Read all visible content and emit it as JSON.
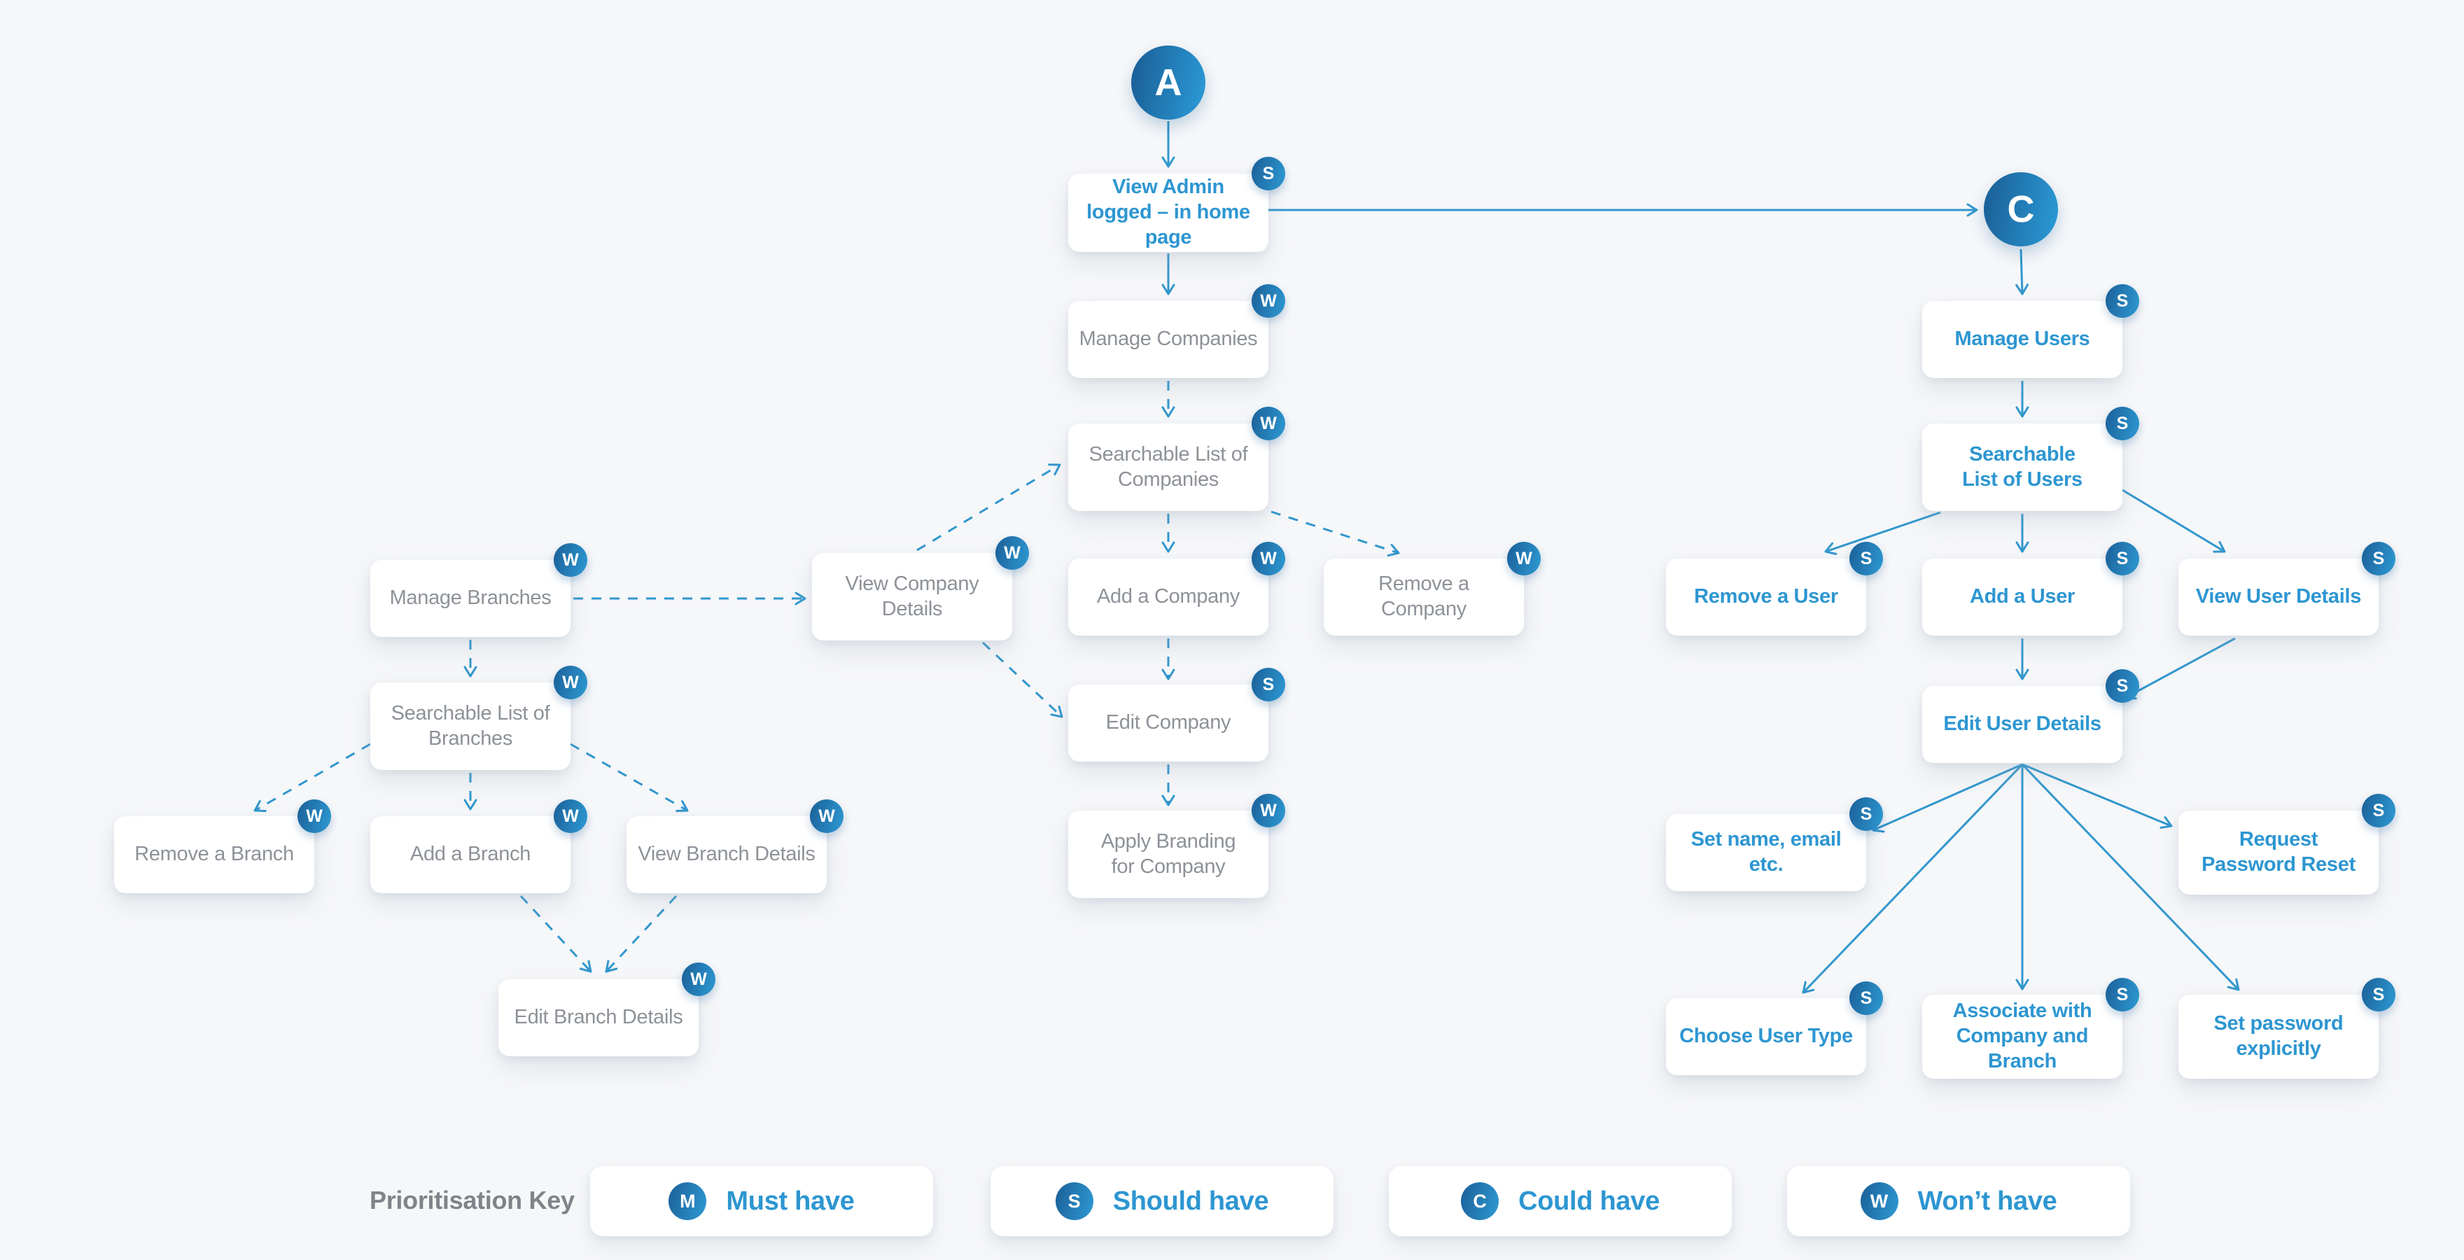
{
  "circles": [
    {
      "id": "A",
      "label": "A"
    },
    {
      "id": "C",
      "label": "C"
    }
  ],
  "nodes": [
    {
      "id": "view-admin-home",
      "label": "View Admin logged – in home page",
      "priority": "S"
    },
    {
      "id": "manage-companies",
      "label": "Manage Companies",
      "priority": "W"
    },
    {
      "id": "searchable-list-of-companies",
      "label": "Searchable List of Companies",
      "priority": "W"
    },
    {
      "id": "manage-branches",
      "label": "Manage Branches",
      "priority": "W"
    },
    {
      "id": "view-company-details",
      "label": "View Company Details",
      "priority": "W"
    },
    {
      "id": "add-a-company",
      "label": "Add a Company",
      "priority": "W"
    },
    {
      "id": "remove-a-company",
      "label": "Remove a Company",
      "priority": "W"
    },
    {
      "id": "edit-company",
      "label": "Edit Company",
      "priority": "S"
    },
    {
      "id": "apply-branding-for-company",
      "label": "Apply Branding for Company",
      "priority": "W"
    },
    {
      "id": "searchable-list-of-branches",
      "label": "Searchable List of Branches",
      "priority": "W"
    },
    {
      "id": "remove-a-branch",
      "label": "Remove a Branch",
      "priority": "W"
    },
    {
      "id": "add-a-branch",
      "label": "Add a Branch",
      "priority": "W"
    },
    {
      "id": "view-branch-details",
      "label": "View Branch Details",
      "priority": "W"
    },
    {
      "id": "edit-branch-details",
      "label": "Edit Branch Details",
      "priority": "W"
    },
    {
      "id": "manage-users",
      "label": "Manage Users",
      "priority": "S"
    },
    {
      "id": "searchable-list-of-users",
      "label": "Searchable List of Users",
      "priority": "S"
    },
    {
      "id": "remove-a-user",
      "label": "Remove a User",
      "priority": "S"
    },
    {
      "id": "add-a-user",
      "label": "Add a User",
      "priority": "S"
    },
    {
      "id": "view-user-details",
      "label": "View User Details",
      "priority": "S"
    },
    {
      "id": "edit-user-details",
      "label": "Edit User Details",
      "priority": "S"
    },
    {
      "id": "set-name-email-etc",
      "label": "Set name, email etc.",
      "priority": "S"
    },
    {
      "id": "request-password-reset",
      "label": "Request Password Reset",
      "priority": "S"
    },
    {
      "id": "choose-user-type",
      "label": "Choose User Type",
      "priority": "S"
    },
    {
      "id": "associate-with-company-and-branch",
      "label": "Associate with Company and Branch",
      "priority": "S"
    },
    {
      "id": "set-password-explicitly",
      "label": "Set password explicitly",
      "priority": "S"
    }
  ],
  "edges": [
    {
      "from": "A",
      "to": "view-admin-home",
      "style": "solid"
    },
    {
      "from": "view-admin-home",
      "to": "C",
      "style": "solid"
    },
    {
      "from": "view-admin-home",
      "to": "manage-companies",
      "style": "solid"
    },
    {
      "from": "manage-companies",
      "to": "searchable-list-of-companies",
      "style": "dashed"
    },
    {
      "from": "view-company-details",
      "to": "searchable-list-of-companies",
      "style": "dashed"
    },
    {
      "from": "searchable-list-of-companies",
      "to": "add-a-company",
      "style": "dashed"
    },
    {
      "from": "searchable-list-of-companies",
      "to": "remove-a-company",
      "style": "dashed"
    },
    {
      "from": "manage-branches",
      "to": "view-company-details",
      "style": "dashed"
    },
    {
      "from": "view-company-details",
      "to": "edit-company",
      "style": "dashed"
    },
    {
      "from": "add-a-company",
      "to": "edit-company",
      "style": "dashed"
    },
    {
      "from": "edit-company",
      "to": "apply-branding-for-company",
      "style": "dashed"
    },
    {
      "from": "manage-branches",
      "to": "searchable-list-of-branches",
      "style": "dashed"
    },
    {
      "from": "searchable-list-of-branches",
      "to": "remove-a-branch",
      "style": "dashed"
    },
    {
      "from": "searchable-list-of-branches",
      "to": "add-a-branch",
      "style": "dashed"
    },
    {
      "from": "searchable-list-of-branches",
      "to": "view-branch-details",
      "style": "dashed"
    },
    {
      "from": "add-a-branch",
      "to": "edit-branch-details",
      "style": "dashed"
    },
    {
      "from": "view-branch-details",
      "to": "edit-branch-details",
      "style": "dashed"
    },
    {
      "from": "C",
      "to": "manage-users",
      "style": "solid"
    },
    {
      "from": "manage-users",
      "to": "searchable-list-of-users",
      "style": "solid"
    },
    {
      "from": "searchable-list-of-users",
      "to": "remove-a-user",
      "style": "solid"
    },
    {
      "from": "searchable-list-of-users",
      "to": "add-a-user",
      "style": "solid"
    },
    {
      "from": "searchable-list-of-users",
      "to": "view-user-details",
      "style": "solid"
    },
    {
      "from": "add-a-user",
      "to": "edit-user-details",
      "style": "solid"
    },
    {
      "from": "view-user-details",
      "to": "edit-user-details",
      "style": "solid"
    },
    {
      "from": "edit-user-details",
      "to": "set-name-email-etc",
      "style": "solid"
    },
    {
      "from": "edit-user-details",
      "to": "request-password-reset",
      "style": "solid"
    },
    {
      "from": "edit-user-details",
      "to": "choose-user-type",
      "style": "solid"
    },
    {
      "from": "edit-user-details",
      "to": "associate-with-company-and-branch",
      "style": "solid"
    },
    {
      "from": "edit-user-details",
      "to": "set-password-explicitly",
      "style": "solid"
    }
  ],
  "legend": {
    "title": "Prioritisation Key",
    "items": [
      {
        "letter": "M",
        "label": "Must have"
      },
      {
        "letter": "S",
        "label": "Should have"
      },
      {
        "letter": "C",
        "label": "Could have"
      },
      {
        "letter": "W",
        "label": "Won’t have"
      }
    ]
  },
  "colors": {
    "background": "#f6f7f9",
    "node_background": "#ffffff",
    "gray_text": "#8d9298",
    "blue_text": "#2d96d1",
    "line": "#3197cd",
    "badge_gradient_start": "#1b5f98",
    "badge_gradient_end": "#2e9ad3"
  }
}
